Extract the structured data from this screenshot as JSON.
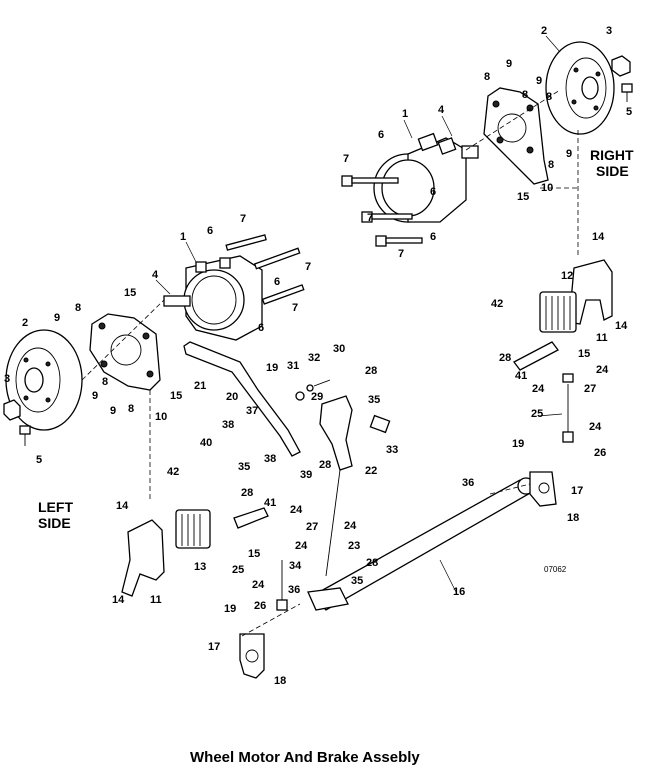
{
  "caption": "Wheel Motor And Brake Assebly",
  "drawing_code": "07062",
  "side_labels": {
    "right": [
      "RIGHT",
      "SIDE"
    ],
    "left": [
      "LEFT",
      "SIDE"
    ]
  },
  "callouts": {
    "r_2": "2",
    "r_3": "3",
    "r_5": "5",
    "r_9a": "9",
    "r_9b": "9",
    "r_9c": "9",
    "r_8a": "8",
    "r_8b": "8",
    "r_8c": "8",
    "r_8d": "8",
    "r_1": "1",
    "r_4": "4",
    "r_6a": "6",
    "r_6b": "6",
    "r_6c": "6",
    "r_7a": "7",
    "r_7b": "7",
    "r_7c": "7",
    "r_10": "10",
    "r_15": "15",
    "rb_14a": "14",
    "rb_14b": "14",
    "rb_12": "12",
    "rb_42": "42",
    "rb_11": "11",
    "rb_28": "28",
    "rb_41": "41",
    "rb_15": "15",
    "rb_24a": "24",
    "rb_24b": "24",
    "rb_24c": "24",
    "rb_27": "27",
    "rb_25": "25",
    "rb_19": "19",
    "rb_26": "26",
    "rb_17": "17",
    "rb_36": "36",
    "rb_18": "18",
    "rb_16": "16",
    "l_1": "1",
    "l_6a": "6",
    "l_6b": "6",
    "l_6c": "6",
    "l_7a": "7",
    "l_7b": "7",
    "l_7c": "7",
    "l_4": "4",
    "l_15a": "15",
    "l_15b": "15",
    "l_2": "2",
    "l_9a": "9",
    "l_9b": "9",
    "l_9c": "9",
    "l_8a": "8",
    "l_8b": "8",
    "l_8c": "8",
    "l_3": "3",
    "l_5": "5",
    "l_10": "10",
    "m_21": "21",
    "m_20": "20",
    "m_19": "19",
    "m_31": "31",
    "m_32": "32",
    "m_30": "30",
    "m_28a": "28",
    "m_35a": "35",
    "m_29": "29",
    "m_37": "37",
    "m_38a": "38",
    "m_38b": "38",
    "m_40": "40",
    "m_35b": "35",
    "m_39": "39",
    "m_28b": "28",
    "m_22": "22",
    "m_33": "33",
    "lb_42": "42",
    "lb_28": "28",
    "lb_41": "41",
    "lb_24a": "24",
    "lb_27": "27",
    "lb_15": "15",
    "lb_24b": "24",
    "lb_14a": "14",
    "lb_13": "13",
    "lb_25": "25",
    "lb_34": "34",
    "lb_24c": "24",
    "lb_23": "23",
    "lb_28c": "28",
    "lb_36": "36",
    "lb_35": "35",
    "lb_26": "26",
    "lb_19": "19",
    "lb_14b": "14",
    "lb_11": "11",
    "lb_17": "17",
    "lb_18": "18"
  }
}
